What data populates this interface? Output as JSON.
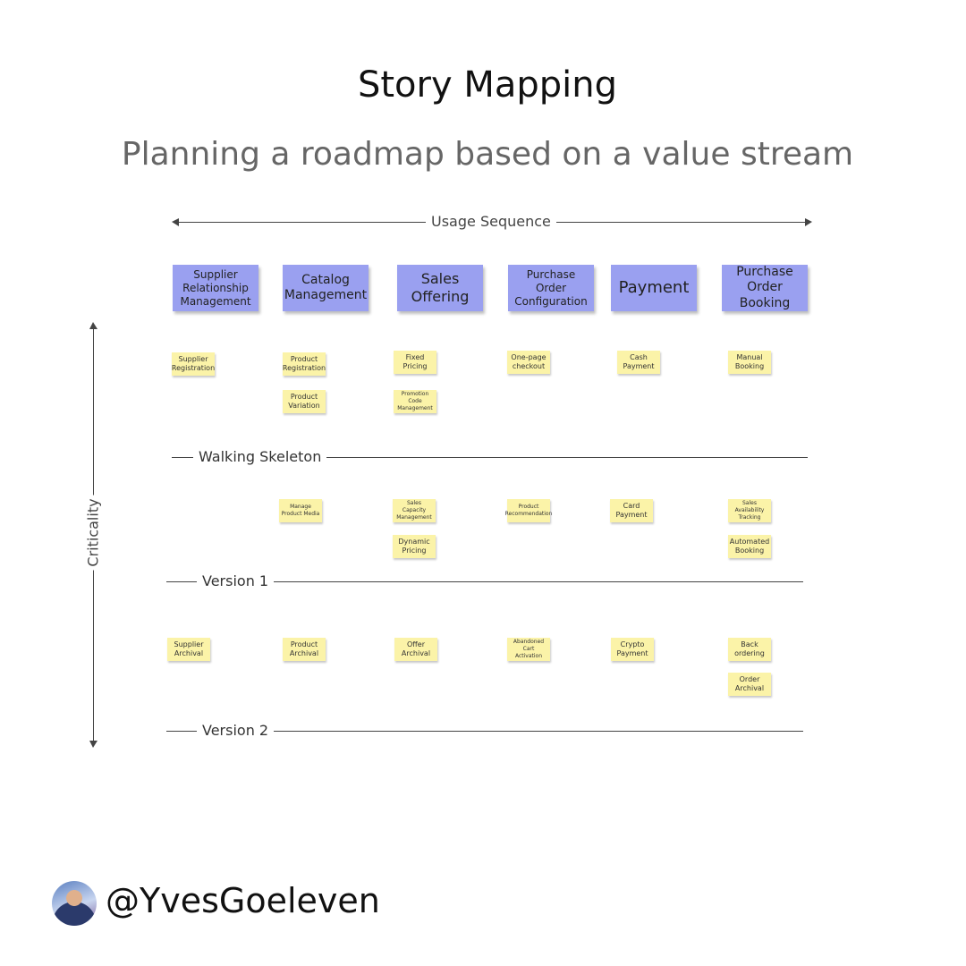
{
  "title": "Story Mapping",
  "subtitle": "Planning a roadmap based on a value stream",
  "axes": {
    "horizontal_label": "Usage Sequence",
    "vertical_label": "Criticality"
  },
  "activities": [
    "Supplier Relationship Management",
    "Catalog Management",
    "Sales Offering",
    "Purchase Order Configuration",
    "Payment",
    "Purchase Order Booking"
  ],
  "releases": [
    {
      "name": "Walking Skeleton",
      "stories": [
        [
          "Supplier Registration"
        ],
        [
          "Product Registration",
          "Product Variation"
        ],
        [
          "Fixed Pricing",
          "Promotion Code Management"
        ],
        [
          "One-page checkout"
        ],
        [
          "Cash Payment"
        ],
        [
          "Manual Booking"
        ]
      ]
    },
    {
      "name": "Version 1",
      "stories": [
        [],
        [
          "Manage Product Media"
        ],
        [
          "Sales Capacity Management",
          "Dynamic Pricing"
        ],
        [
          "Product Recommendation"
        ],
        [
          "Card Payment"
        ],
        [
          "Sales Availability Tracking",
          "Automated Booking"
        ]
      ]
    },
    {
      "name": "Version 2",
      "stories": [
        [
          "Supplier Archival"
        ],
        [
          "Product Archival"
        ],
        [
          "Offer Archival"
        ],
        [
          "Abandoned Cart Activation"
        ],
        [
          "Crypto Payment"
        ],
        [
          "Back ordering",
          "Order Archival"
        ]
      ]
    }
  ],
  "author": {
    "handle": "@YvesGoeleven",
    "avatar_icon": "profile-photo-icon"
  },
  "colors": {
    "activity": "#9aa0f0",
    "story": "#fbf3a8",
    "subtitle": "#666666"
  }
}
